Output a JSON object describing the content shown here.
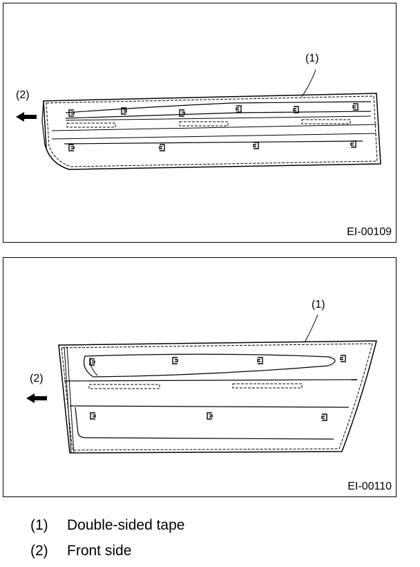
{
  "figures": [
    {
      "code": "EI-00109",
      "callout_1": "(1)",
      "callout_2": "(2)"
    },
    {
      "code": "EI-00110",
      "callout_1": "(1)",
      "callout_2": "(2)"
    }
  ],
  "legend": [
    {
      "num": "(1)",
      "label": "Double-sided tape"
    },
    {
      "num": "(2)",
      "label": "Front side"
    }
  ]
}
